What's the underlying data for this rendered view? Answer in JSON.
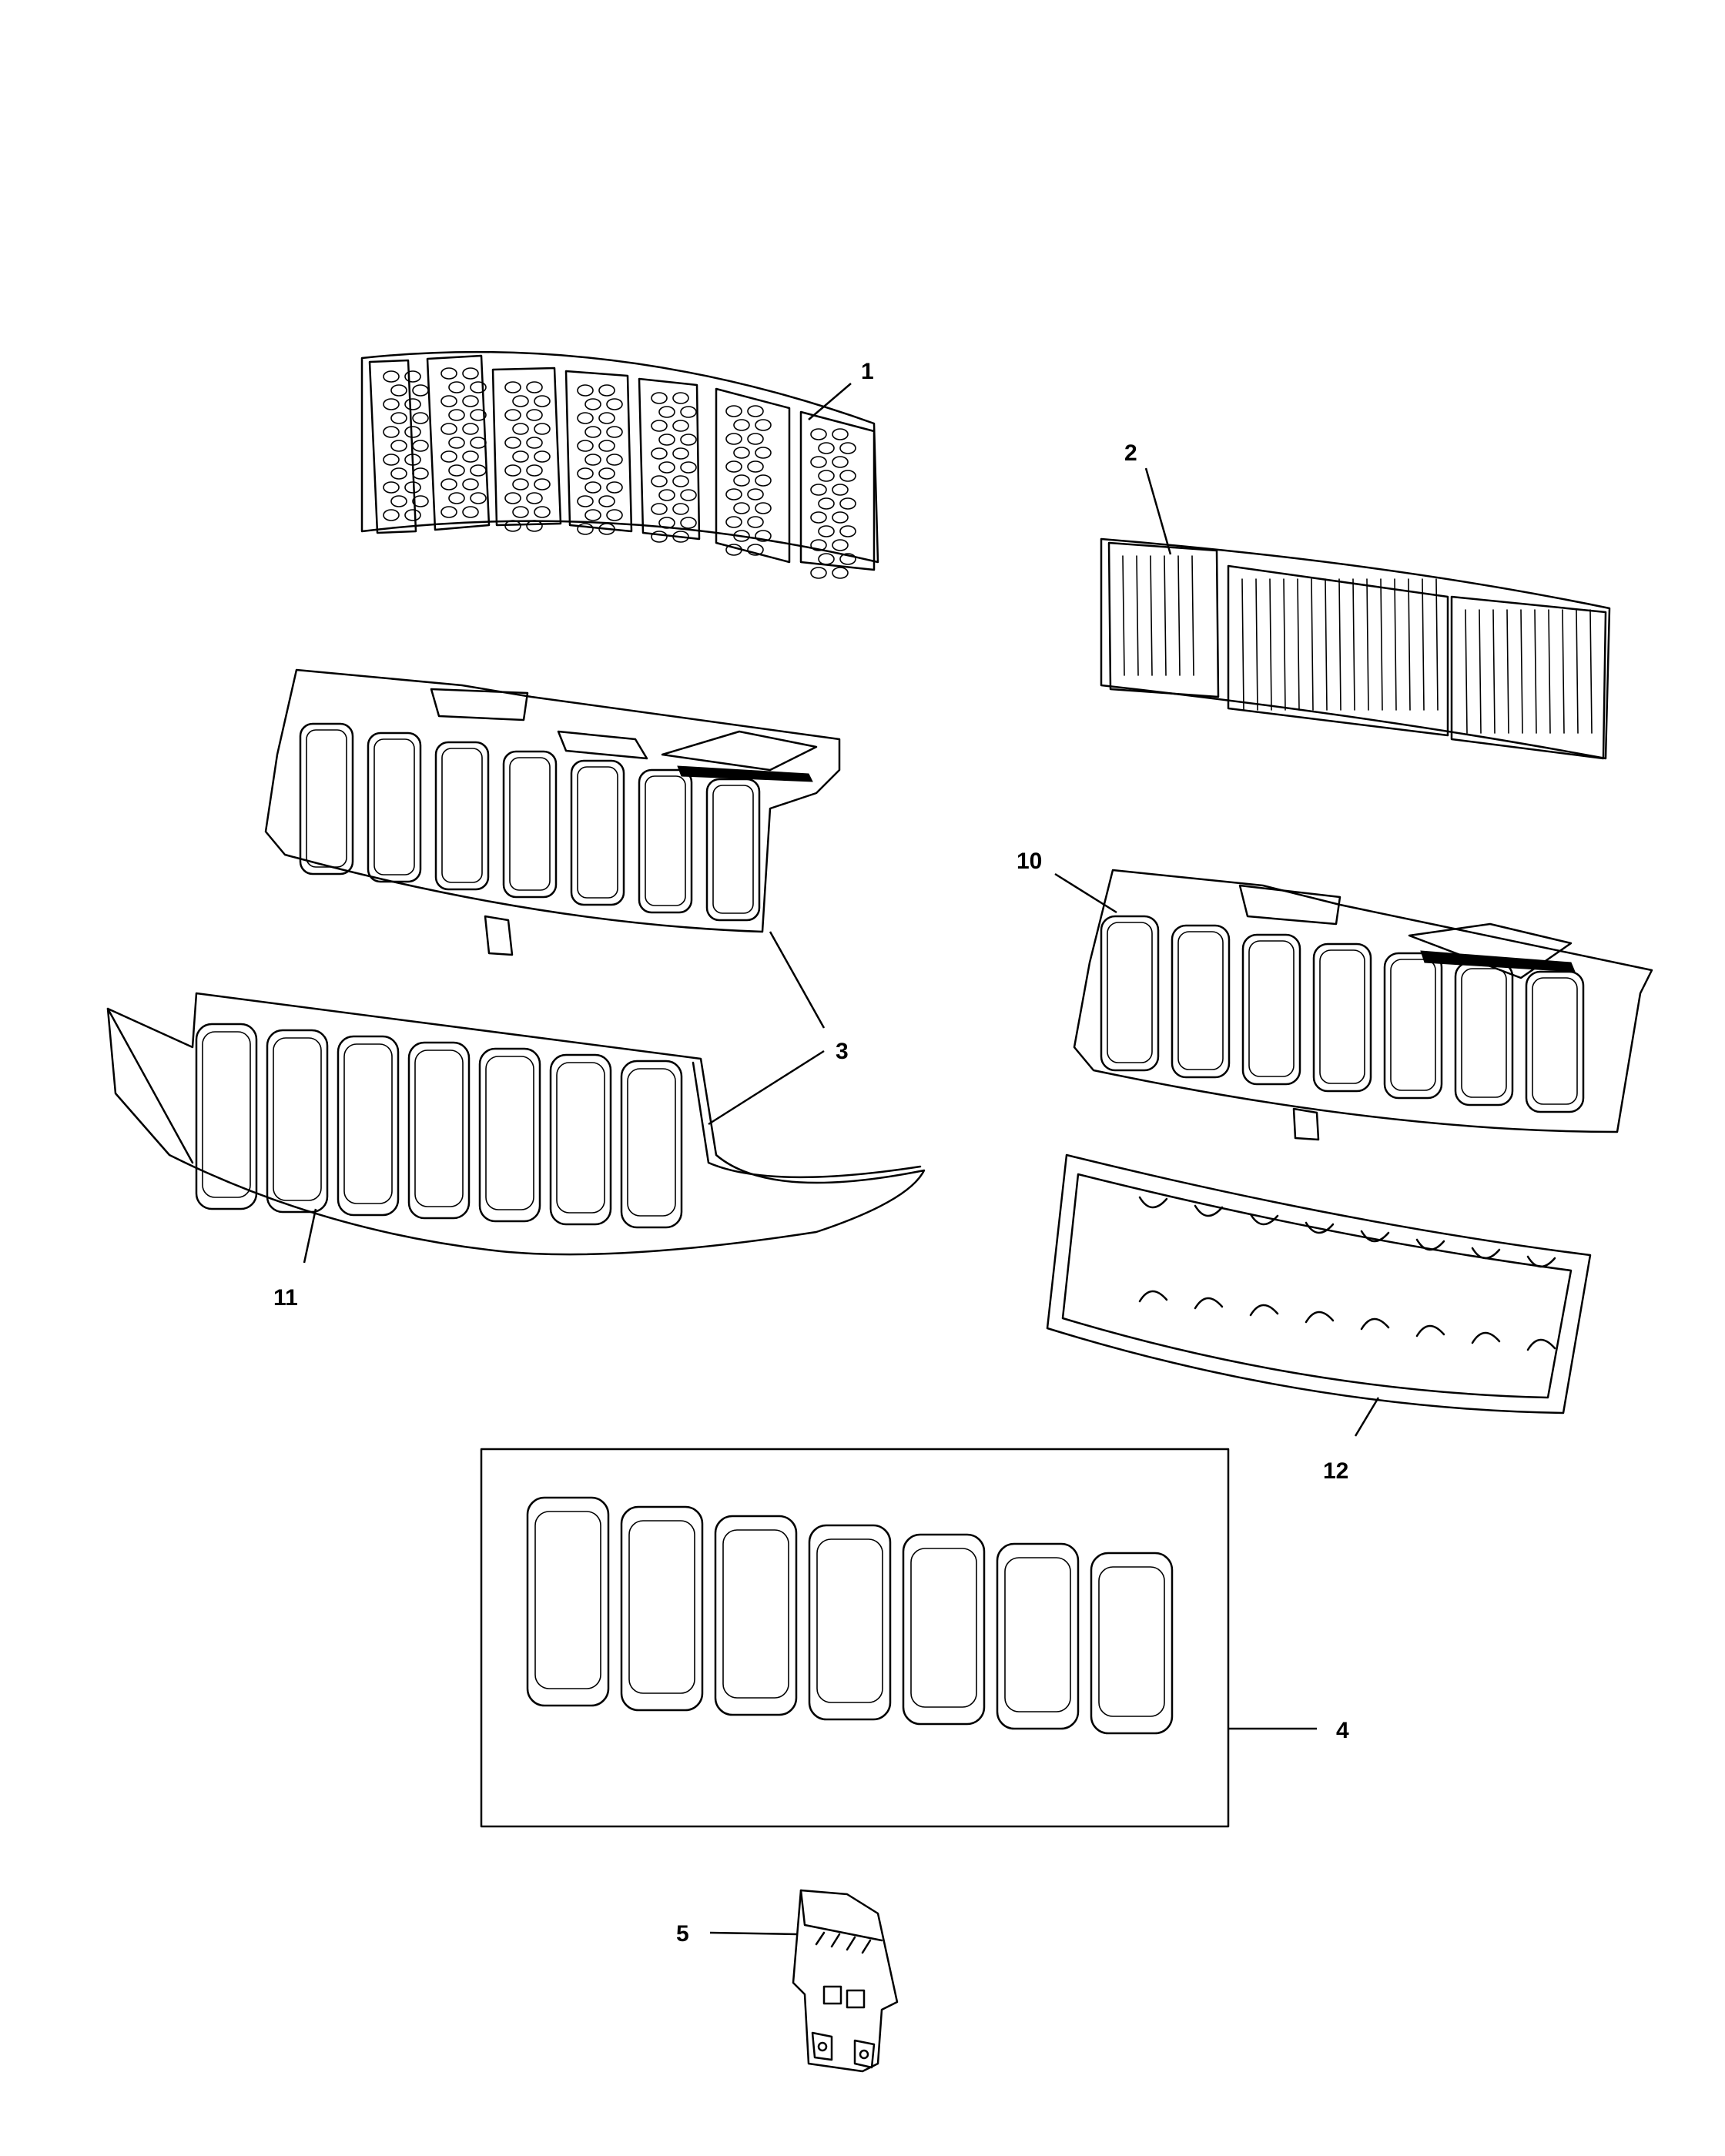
{
  "colors": {
    "line": "#000000",
    "background": "#ffffff"
  },
  "callouts": {
    "c1": "1",
    "c2": "2",
    "c3a": "3",
    "c3b": "3",
    "c4": "4",
    "c5": "5",
    "c10": "10",
    "c11": "11",
    "c12": "12"
  }
}
